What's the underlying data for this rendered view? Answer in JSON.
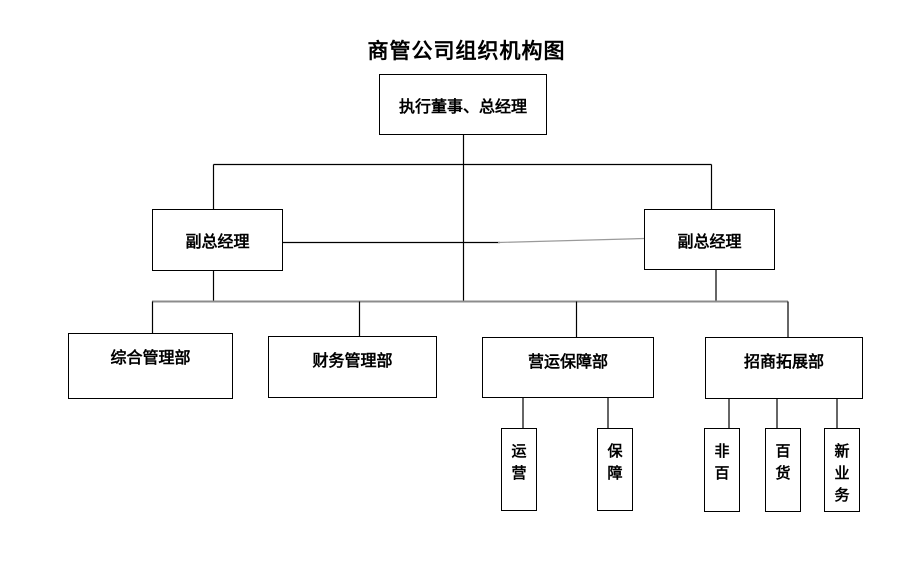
{
  "title": "商管公司组织机构图",
  "org": {
    "root": "执行董事、总经理",
    "deputy_left": "副总经理",
    "deputy_right": "副总经理",
    "departments": {
      "general_admin": "综合管理部",
      "finance": "财务管理部",
      "operations_support": "营运保障部",
      "investment_expansion": "招商拓展部"
    },
    "operations_units": {
      "yun_ying": "运营",
      "bao_zhang": "保障"
    },
    "investment_units": {
      "fei_bai": "非百",
      "bai_huo": "百货",
      "xin_ye_wu": "新业务"
    }
  },
  "colors": {
    "line": "#000000",
    "secondary_line": "#8c8c8c",
    "box_border": "#000000",
    "background": "#ffffff",
    "text": "#000000"
  }
}
